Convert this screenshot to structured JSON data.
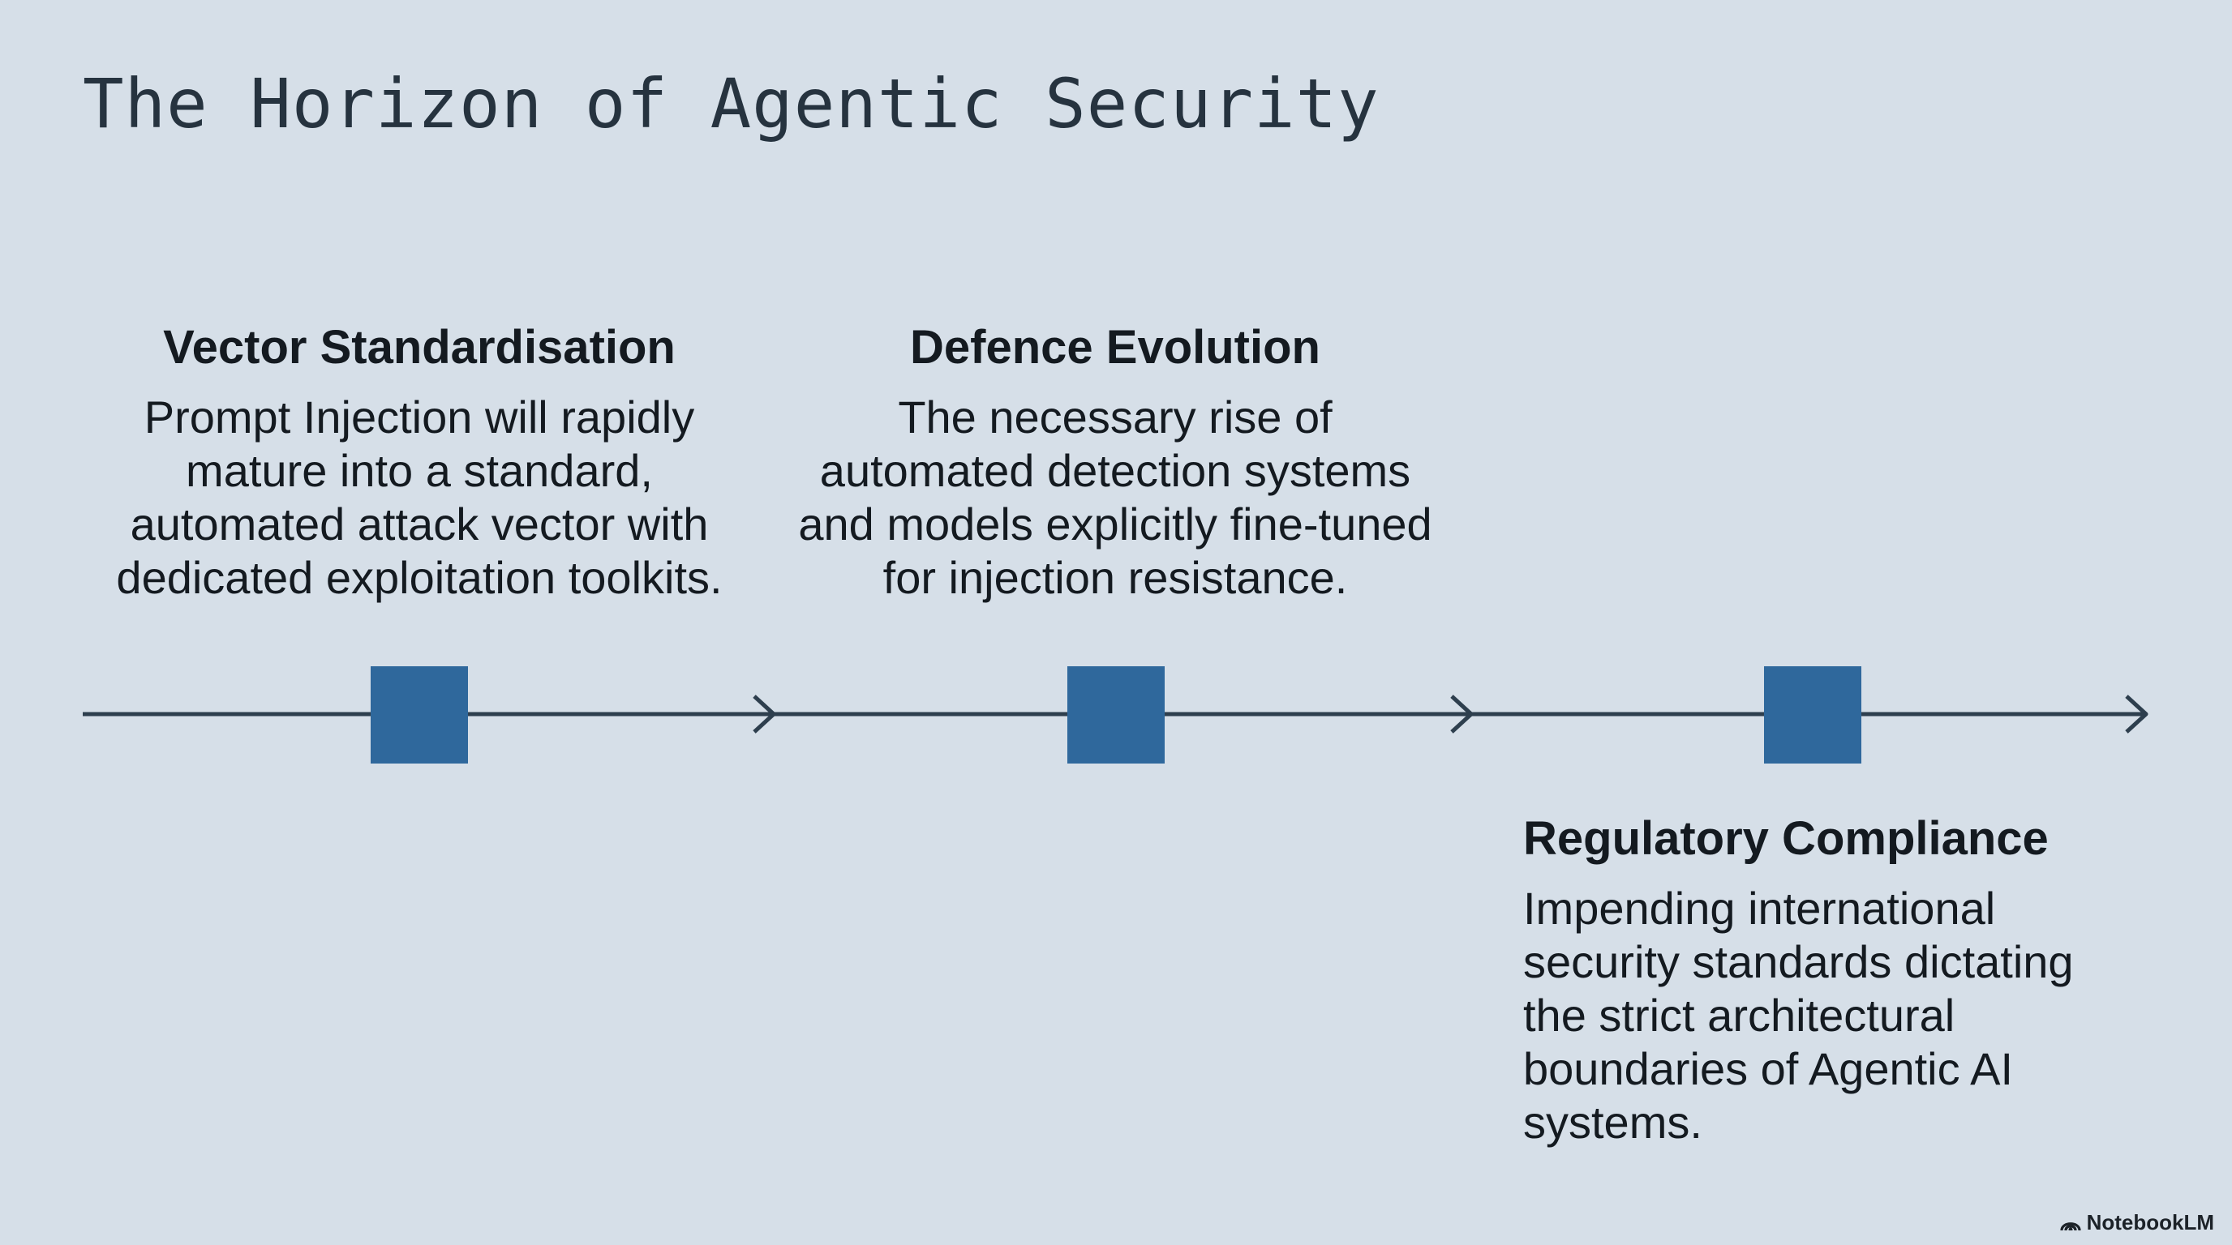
{
  "title": "The Horizon of Agentic Security",
  "colors": {
    "background": "#d6dfe8",
    "line": "#2e3f4e",
    "marker": "#2f689c",
    "text": "#141a20"
  },
  "milestones": [
    {
      "title": "Vector Standardisation",
      "lines": [
        "Prompt Injection will rapidly",
        "mature into a standard,",
        "automated attack vector with",
        "dedicated exploitation toolkits."
      ]
    },
    {
      "title": "Defence Evolution",
      "lines": [
        "The necessary rise of",
        "automated detection systems",
        "and models explicitly fine-tuned",
        "for injection resistance."
      ]
    },
    {
      "title": "Regulatory Compliance",
      "lines": [
        "Impending international",
        "security standards dictating",
        "the strict architectural",
        "boundaries of Agentic AI",
        "systems."
      ]
    }
  ],
  "brand": {
    "icon": "notebooklm-logo-icon",
    "label": "NotebookLM"
  }
}
